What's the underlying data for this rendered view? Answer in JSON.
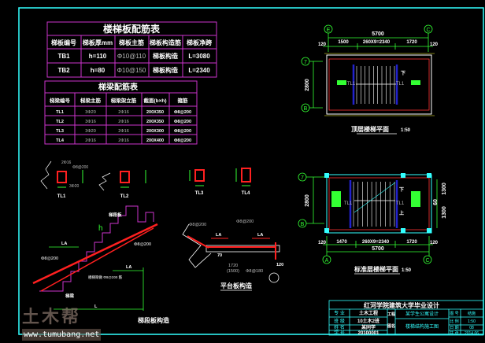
{
  "colors": {
    "background": "#000000",
    "frame": "#33ffff",
    "table": "#cc33cc",
    "dim": "#33ff33",
    "rebar": "#ff2020",
    "wall": "#ff3333",
    "beam": "#2222cc"
  },
  "slab_table": {
    "title": "楼梯板配筋表",
    "headers": [
      "梯板编号",
      "梯板厚mm",
      "梯板主筋",
      "梯板构造筋",
      "梯板净跨"
    ],
    "rows": [
      [
        "TB1",
        "h=110",
        "Φ10@110",
        "梯板构造",
        "L=3080"
      ],
      [
        "TB2",
        "h=80",
        "Φ10@150",
        "梯板构造",
        "L=2340"
      ]
    ]
  },
  "beam_table": {
    "title": "梯梁配筋表",
    "headers": [
      "梯梁编号",
      "梯梁主筋",
      "梯梁架立筋",
      "截面(b×h)",
      "箍筋"
    ],
    "rows": [
      [
        "TL1",
        "3Φ20",
        "2Φ16",
        "200X350",
        "Φ8@200"
      ],
      [
        "TL2",
        "3Φ16",
        "2Φ16",
        "200X350",
        "Φ8@200"
      ],
      [
        "TL3",
        "3Φ20",
        "2Φ16",
        "200X300",
        "Φ8@200"
      ],
      [
        "TL4",
        "2Φ16",
        "2Φ16",
        "200X400",
        "Φ8@200"
      ]
    ]
  },
  "sections": {
    "labels": [
      "TL1",
      "TL2",
      "TL3",
      "TL4"
    ],
    "notes": [
      "2Φ16",
      "Φ8@200",
      "3Φ20"
    ]
  },
  "top_plan": {
    "title": "顶层楼梯平面",
    "scale": "1:50",
    "axes": [
      "E",
      "C",
      "7",
      "B"
    ],
    "total": "5700",
    "dims": [
      "120",
      "1500",
      "260X9=2340",
      "1720",
      "120"
    ],
    "height": "2800",
    "labels": [
      "TL1",
      "TL1",
      "下"
    ]
  },
  "std_plan": {
    "title": "标准层楼梯平面",
    "scale": "1:50",
    "axes": [
      "7",
      "B",
      "A",
      "C"
    ],
    "total": "5700",
    "dims": [
      "120",
      "1470",
      "260X9=2340",
      "1720",
      "120"
    ],
    "height": "2800",
    "right_dims": [
      "1300",
      "1300",
      "60"
    ],
    "labels": [
      "TL1",
      "TL1",
      "下",
      "上"
    ]
  },
  "stair_section": {
    "title": "梯段板构造",
    "labels": [
      "h",
      "LA",
      "LA",
      "L",
      "Φ8@200",
      "Φ8@200",
      "梯段板",
      "梯梁",
      "楼梯梁做 Φ8@200 筋"
    ]
  },
  "platform_section": {
    "title": "平台板构造",
    "labels": [
      "Φ8@200",
      "Φ8@200",
      "LA",
      "LA",
      "70",
      "1720",
      "(1500)",
      "Φ8@180",
      "120"
    ]
  },
  "title_block": {
    "school": "红河学院建筑大学毕业设计",
    "rows_left": [
      [
        "专 业",
        "土木工程"
      ],
      [
        "班 级",
        "10土木2班"
      ],
      [
        "姓 名",
        "某同学"
      ],
      [
        "学 号",
        "20100001"
      ]
    ],
    "mid_labels": [
      "工程",
      "图名"
    ],
    "project": "某学生公寓设计",
    "drawing": "楼梯结构施工图",
    "right_labels": [
      "图 号",
      "比 例",
      "日 期",
      "共 张"
    ],
    "right_values": [
      "结施",
      "1:50",
      "08",
      "2014.06"
    ]
  },
  "watermark": {
    "logo": "土木帮",
    "url": "www.tumubang.net"
  }
}
